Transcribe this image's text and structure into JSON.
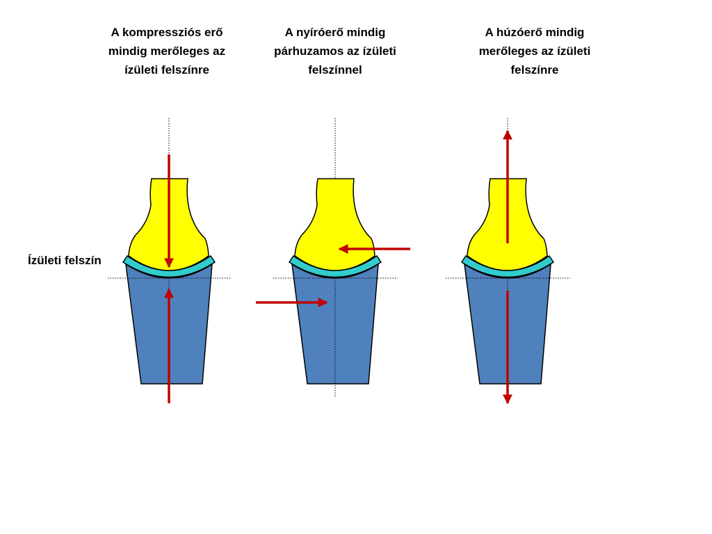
{
  "panels": [
    {
      "id": "compression",
      "caption_lines": [
        "A kompressziós erő",
        "mindig merőleges az",
        "ízületi felszínre"
      ]
    },
    {
      "id": "shear",
      "caption_lines": [
        "A nyíróerő mindig",
        "párhuzamos az ízületi",
        "felszínnel"
      ]
    },
    {
      "id": "tension",
      "caption_lines": [
        "A húzóerő mindig",
        "merőleges az ízületi",
        "felszínre"
      ]
    }
  ],
  "side_label": "Ízületi felszín",
  "colors": {
    "upper_bone": "#ffff00",
    "lower_bone": "#4f81bd",
    "cartilage": "#33cccc",
    "arrow": "#c00000",
    "guide_line": "#000000",
    "outline": "#000000"
  }
}
